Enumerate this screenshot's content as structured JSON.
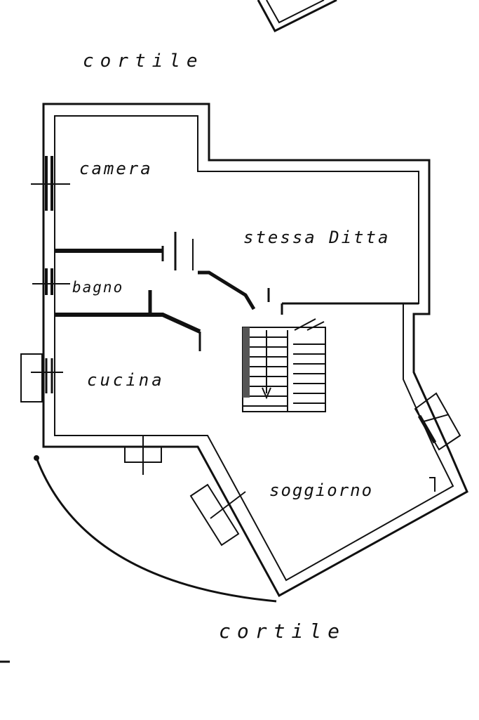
{
  "labels": {
    "cortile_top": "cortile",
    "cortile_bottom": "cortile",
    "camera": "camera",
    "stessa_ditta": "stessa Ditta",
    "bagno": "bagno",
    "cucina": "cucina",
    "soggiorno": "soggiorno"
  },
  "colors": {
    "ink": "#111111",
    "paper": "#ffffff"
  }
}
